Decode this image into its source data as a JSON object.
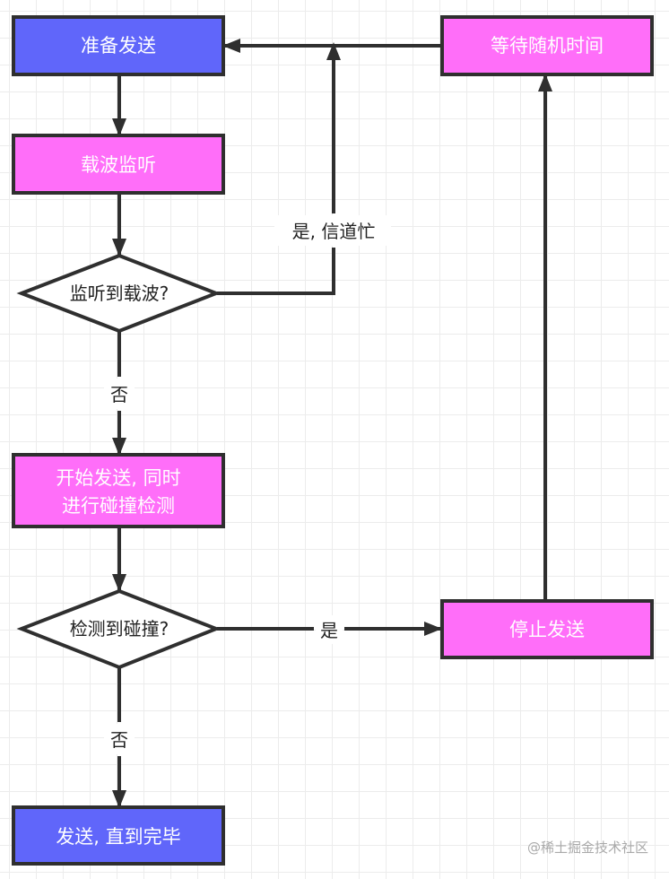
{
  "colors": {
    "blue_node": "#6066fa",
    "pink_node": "#ff6ef9",
    "stroke": "#2f2f2f",
    "text_light": "#ffffff",
    "text_dark": "#222222"
  },
  "nodes": {
    "prepare_send": {
      "label": "准备发送",
      "kind": "process",
      "color": "blue"
    },
    "carrier_sense": {
      "label": "载波监听",
      "kind": "process",
      "color": "pink"
    },
    "carrier_detected": {
      "label": "监听到载波?",
      "kind": "decision"
    },
    "start_send": {
      "label_line1": "开始发送, 同时",
      "label_line2": "进行碰撞检测",
      "kind": "process",
      "color": "pink"
    },
    "collision_detected": {
      "label": "检测到碰撞?",
      "kind": "decision"
    },
    "send_until_done": {
      "label": "发送, 直到完毕",
      "kind": "process",
      "color": "blue"
    },
    "stop_send": {
      "label": "停止发送",
      "kind": "process",
      "color": "pink"
    },
    "wait_random": {
      "label": "等待随机时间",
      "kind": "process",
      "color": "pink"
    }
  },
  "edges": {
    "busy_label": "是, 信道忙",
    "no_carrier_label": "否",
    "collision_yes_label": "是",
    "collision_no_label": "否"
  },
  "watermark": "@稀土掘金技术社区"
}
